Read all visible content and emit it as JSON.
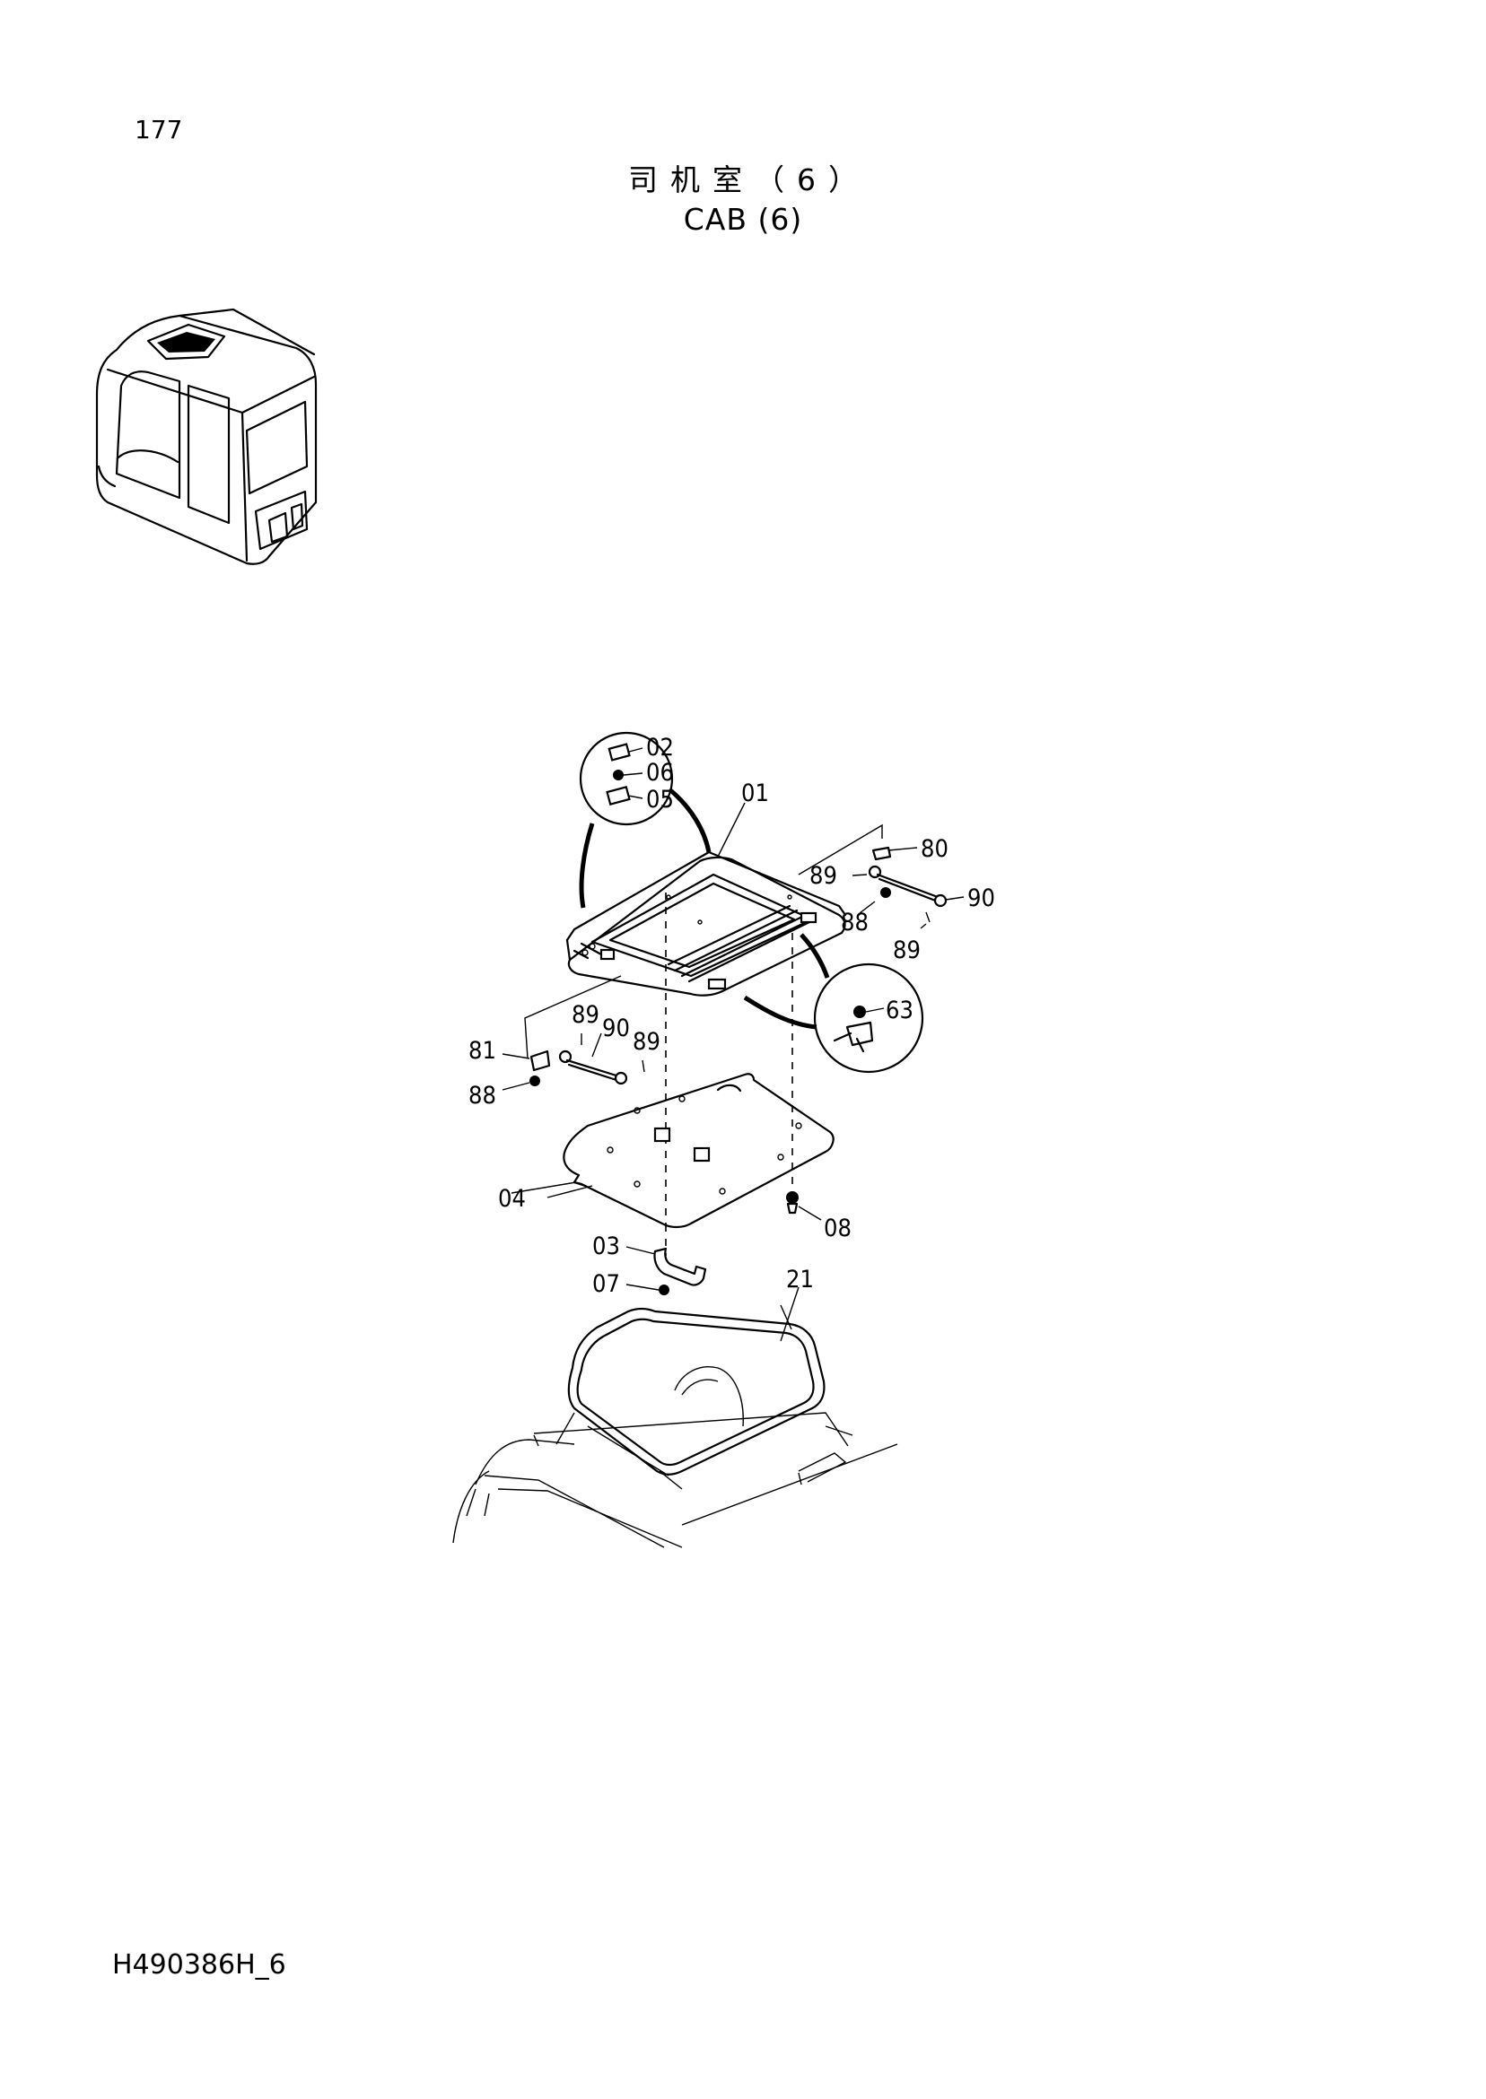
{
  "header": {
    "page_number": "177",
    "title_zh": "司机室（6）",
    "title_en": "CAB (6)"
  },
  "footer": {
    "document_code": "H490386H_6"
  },
  "callouts": {
    "c01": "01",
    "c02": "02",
    "c06": "06",
    "c05": "05",
    "c80": "80",
    "c89a": "89",
    "c90a": "90",
    "c88a": "88",
    "c89b": "89",
    "c63": "63",
    "c81": "81",
    "c89c": "89",
    "c90b": "90",
    "c89d": "89",
    "c88b": "88",
    "c04": "04",
    "c08": "08",
    "c03": "03",
    "c07": "07",
    "c21": "21"
  }
}
